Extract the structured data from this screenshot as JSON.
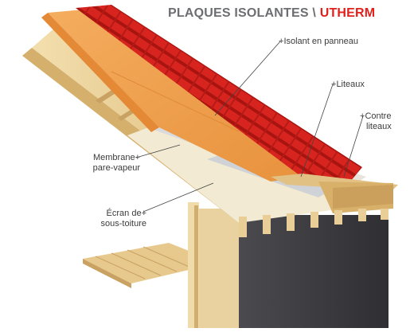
{
  "title": {
    "main": "PLAQUES ISOLANTES \\ ",
    "brand": "UTHERM"
  },
  "labels": {
    "isolant": "Isolant en panneau",
    "liteaux": "Liteaux",
    "contre_line1": "Contre",
    "contre_line2": "liteaux",
    "membrane_line1": "Membrane",
    "membrane_line2": "pare-vapeur",
    "ecran_line1": "Écran de",
    "ecran_line2": "sous-toiture"
  },
  "colors": {
    "title_gray": "#6d6e71",
    "brand_red": "#e2211c",
    "tile_red": "#d8241f",
    "insulation_orange": "#f0a04e",
    "wood": "#e9cf97",
    "wall": "#3e3e42"
  }
}
